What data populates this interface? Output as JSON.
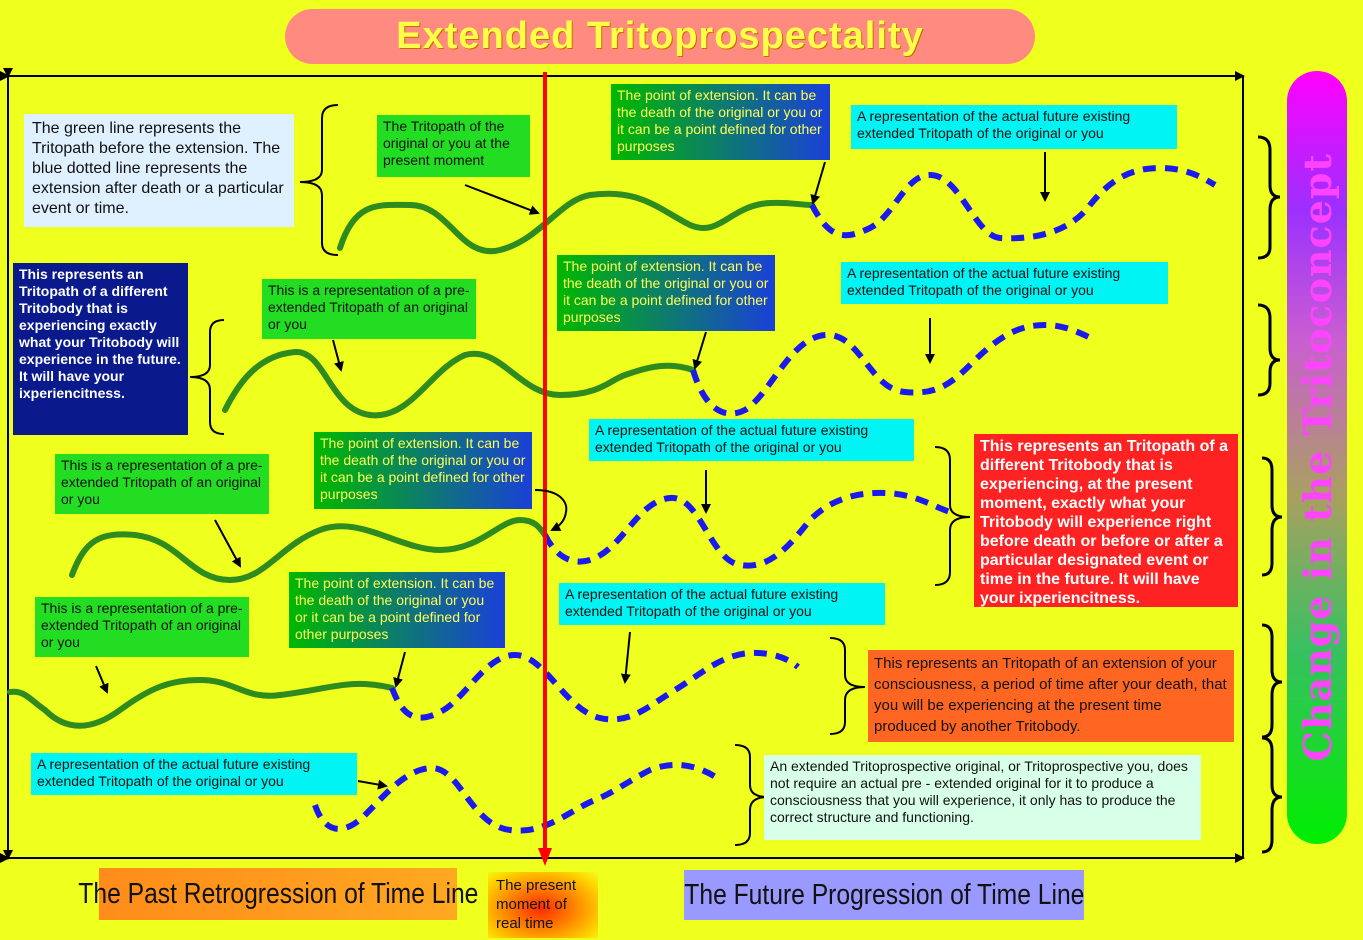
{
  "title": "Extended Tritoprospectality",
  "side_label": "Change in the Tritoconcept",
  "labels": {
    "green_line_note": "The green line represents the Tritopath before the extension. The blue dotted line represents the extension after death or a particular event or time.",
    "present_moment": "The Tritopath of the original or you at the present moment",
    "extension_point": "The point of extension. It can be the death of the original or you or it can be a point defined for other purposes",
    "actual_future": "A representation of the actual future existing extended Tritopath of the original or you",
    "different_tritobody_future": "This represents an Tritopath of a different Tritobody that is experiencing exactly what your Tritobody will experience in the future. It will have your ixperiencitness.",
    "pre_extended": "This is a representation of a pre- extended Tritopath of an original or you",
    "different_tritobody_present": "This represents an Tritopath of a different Tritobody that is experiencing, at the present moment, exactly what your Tritobody will experience right before death or before or after a particular designated event or time in the future. It will have your ixperiencitness.",
    "extension_consciousness": "This represents an Tritopath of an extension of your consciousness, a period of time after your death, that you will be experiencing at the present time produced by another Tritobody.",
    "no_pre_extended": "An extended Tritoprospective original, or Tritoprospective you, does not require an actual pre - extended original for it to produce a consciousness that you will experience, it only has to produce the correct structure and functioning."
  },
  "bottom": {
    "past": "The Past Retrogression of Time Line",
    "present": "The present moment of real time",
    "future": "The Future Progression of Time Line"
  },
  "colors": {
    "background": "#efff1e",
    "pre_extension_line": "#2e8b1e",
    "extension_line": "#1a1aee",
    "present_line": "#ff0000"
  }
}
